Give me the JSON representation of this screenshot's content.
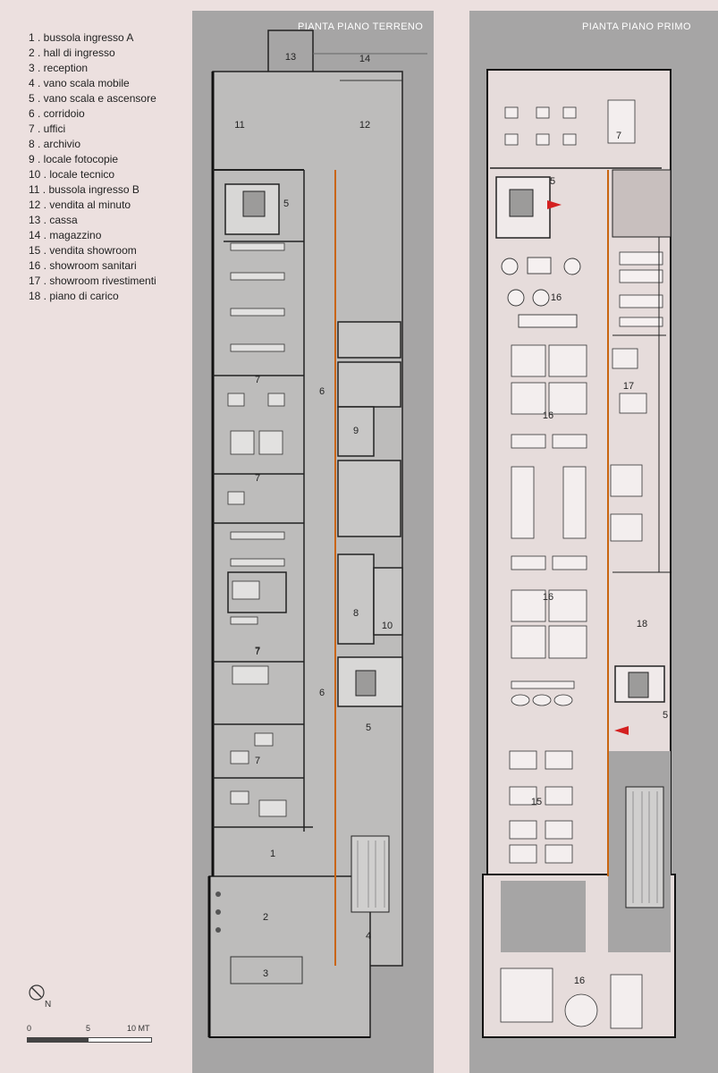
{
  "legend": [
    "1 . bussola ingresso A",
    "2 . hall di ingresso",
    "3 . reception",
    "4 . vano scala mobile",
    "5 . vano scala e ascensore",
    "6 . corridoio",
    "7 . uffici",
    "8 . archivio",
    "9 . locale fotocopie",
    "10 . locale tecnico",
    "11 . bussola ingresso B",
    "12 . vendita al minuto",
    "13 . cassa",
    "14 . magazzino",
    "15 . vendita showroom",
    "16 . showroom sanitari",
    "17 . showroom rivestimenti",
    "18 . piano di carico"
  ],
  "ground_floor": {
    "title": "PIANTA PIANO TERRENO",
    "labels": [
      "13",
      "14",
      "11",
      "12",
      "5",
      "7",
      "6",
      "9",
      "7",
      "7",
      "8",
      "10",
      "7",
      "6",
      "5",
      "7",
      "1",
      "2",
      "4",
      "3"
    ]
  },
  "first_floor": {
    "title": "PIANTA PIANO PRIMO",
    "labels": [
      "7",
      "5",
      "16",
      "17",
      "16",
      "16",
      "18",
      "5",
      "15",
      "16"
    ]
  },
  "compass": {
    "north_label": "N"
  },
  "scale": {
    "ticks": [
      "0",
      "5",
      "10 MT"
    ]
  },
  "colors": {
    "background": "#ece0df",
    "panel": "#a6a5a5",
    "floor": "#bdbcbb",
    "accent": "#cc6a1a",
    "arrow": "#d42020"
  }
}
